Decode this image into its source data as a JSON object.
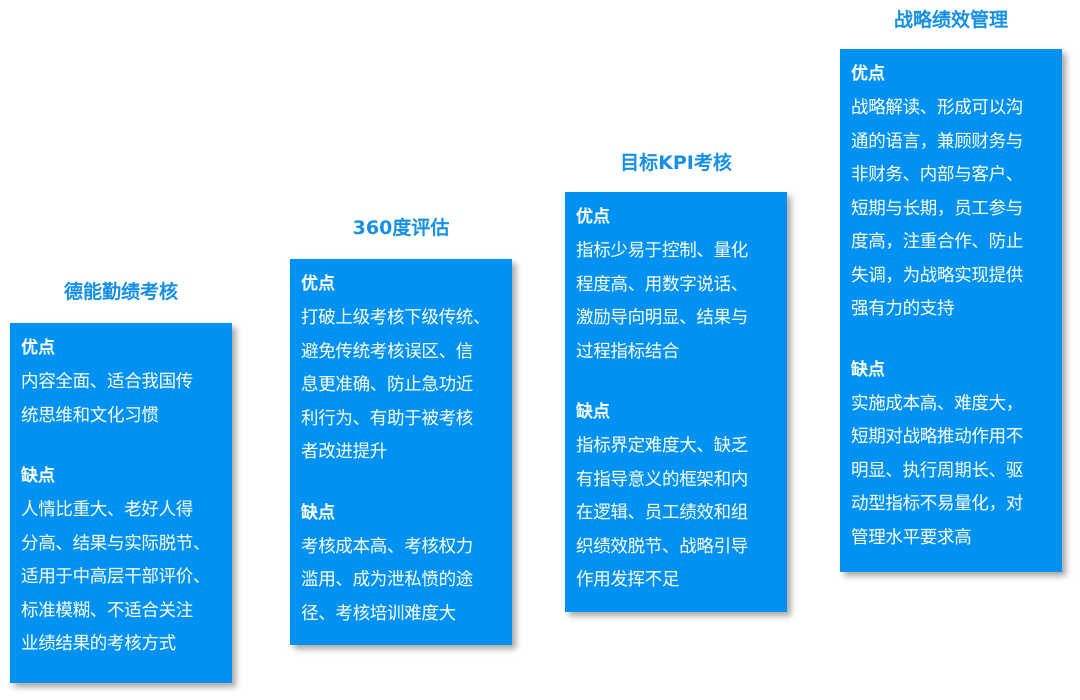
{
  "colors": {
    "box": "#0092f2",
    "title": "#1590e6"
  },
  "stages": [
    {
      "title": "德能勤绩考核",
      "pros_label": "优点",
      "pros": [
        "内容全面、适合我国传",
        "统思维和文化习惯"
      ],
      "cons_label": "缺点",
      "cons": [
        "人情比重大、老好人得",
        "分高、结果与实际脱节、",
        "适用于中高层干部评价、",
        "标准模糊、不适合关注",
        "业绩结果的考核方式"
      ]
    },
    {
      "title": "360度评估",
      "pros_label": "优点",
      "pros": [
        "打破上级考核下级传统、",
        "避免传统考核误区、信",
        "息更准确、防止急功近",
        "利行为、有助于被考核",
        "者改进提升"
      ],
      "cons_label": "缺点",
      "cons": [
        "考核成本高、考核权力",
        "滥用、成为泄私愤的途",
        "径、考核培训难度大"
      ]
    },
    {
      "title": "目标KPI考核",
      "pros_label": "优点",
      "pros": [
        "指标少易于控制、量化",
        "程度高、用数字说话、",
        "激励导向明显、结果与",
        "过程指标结合"
      ],
      "cons_label": "缺点",
      "cons": [
        "指标界定难度大、缺乏",
        "有指导意义的框架和内",
        "在逻辑、员工绩效和组",
        "织绩效脱节、战略引导",
        "作用发挥不足"
      ]
    },
    {
      "title": "战略绩效管理",
      "pros_label": "优点",
      "pros": [
        "战略解读、形成可以沟",
        "通的语言，兼顾财务与",
        "非财务、内部与客户、",
        "短期与长期，员工参与",
        "度高，注重合作、防止",
        "失调，为战略实现提供",
        "强有力的支持"
      ],
      "cons_label": "缺点",
      "cons": [
        "实施成本高、难度大，",
        "短期对战略推动作用不",
        "明显、执行周期长、驱",
        "动型指标不易量化，对",
        "管理水平要求高"
      ]
    }
  ]
}
